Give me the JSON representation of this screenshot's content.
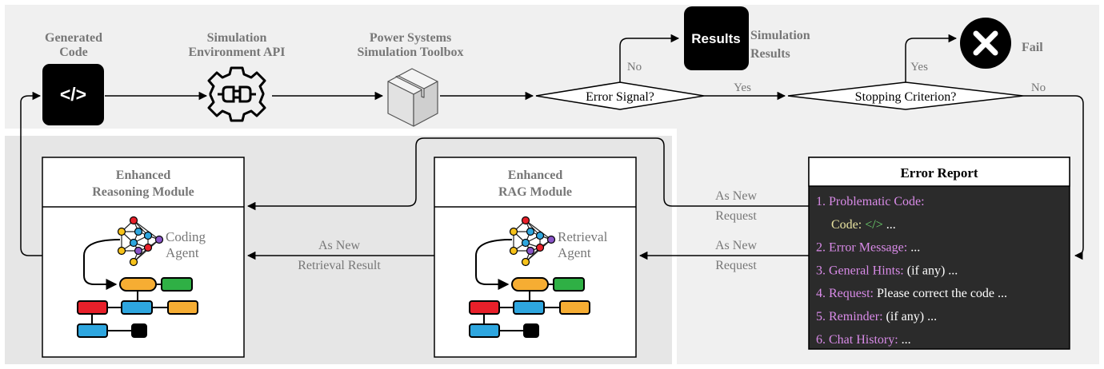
{
  "top_row": {
    "generated_code": {
      "title_line1": "Generated",
      "title_line2": "Code",
      "icon": "code-brackets-icon",
      "glyph": "</>"
    },
    "sim_env_api": {
      "title_line1": "Simulation",
      "title_line2": "Environment API",
      "icon": "gear-plug-icon"
    },
    "toolbox": {
      "title_line1": "Power Systems",
      "title_line2": "Simulation Toolbox",
      "icon": "box-icon"
    },
    "error_signal": {
      "label": "Error Signal?",
      "no_label": "No",
      "yes_label": "Yes"
    },
    "results": {
      "badge": "Results",
      "title_line1": "Simulation",
      "title_line2": "Results"
    },
    "stopping": {
      "label": "Stopping Criterion?",
      "yes_label": "Yes",
      "no_label": "No"
    },
    "fail": {
      "label": "Fail",
      "icon": "x-circle-icon"
    }
  },
  "reasoning_module": {
    "title_line1": "Enhanced",
    "title_line2": "Reasoning Module",
    "agent_line1": "Coding",
    "agent_line2": "Agent"
  },
  "rag_module": {
    "title_line1": "Enhanced",
    "title_line2": "RAG Module",
    "agent_line1": "Retrieval",
    "agent_line2": "Agent"
  },
  "edges": {
    "rag_to_reasoning_line1": "As New",
    "rag_to_reasoning_line2": "Retrieval Result",
    "report_to_reasoning_line1": "As New",
    "report_to_reasoning_line2": "Request",
    "report_to_rag_line1": "As New",
    "report_to_rag_line2": "Request"
  },
  "error_report": {
    "title": "Error Report",
    "items": [
      {
        "key": "1. Problematic Code:",
        "rest": ""
      },
      {
        "key": "Code:",
        "rest": " ..."
      },
      {
        "key": "2. Error Message:",
        "rest": " ..."
      },
      {
        "key": "3. General Hints:",
        "rest": " (if any) ..."
      },
      {
        "key": "4. Request:",
        "rest": " Please correct the code ..."
      },
      {
        "key": "5. Reminder:",
        "rest": " (if any) ..."
      },
      {
        "key": "6. Chat History:",
        "rest": " ..."
      }
    ],
    "code_glyph": "</>"
  },
  "colors": {
    "panel_bg": "#f0f0f0",
    "report_bg": "#2b2b2b",
    "report_key": "#d98be8",
    "code_key": "#e8e2a0",
    "code_glyph": "#6fd96f",
    "node_red": "#e8202a",
    "node_blue": "#2ea6df",
    "node_orange": "#f6ad33",
    "node_green": "#2fb045",
    "node_purple": "#8a55c8",
    "node_yellow": "#f6c21a",
    "node_black": "#000000"
  }
}
